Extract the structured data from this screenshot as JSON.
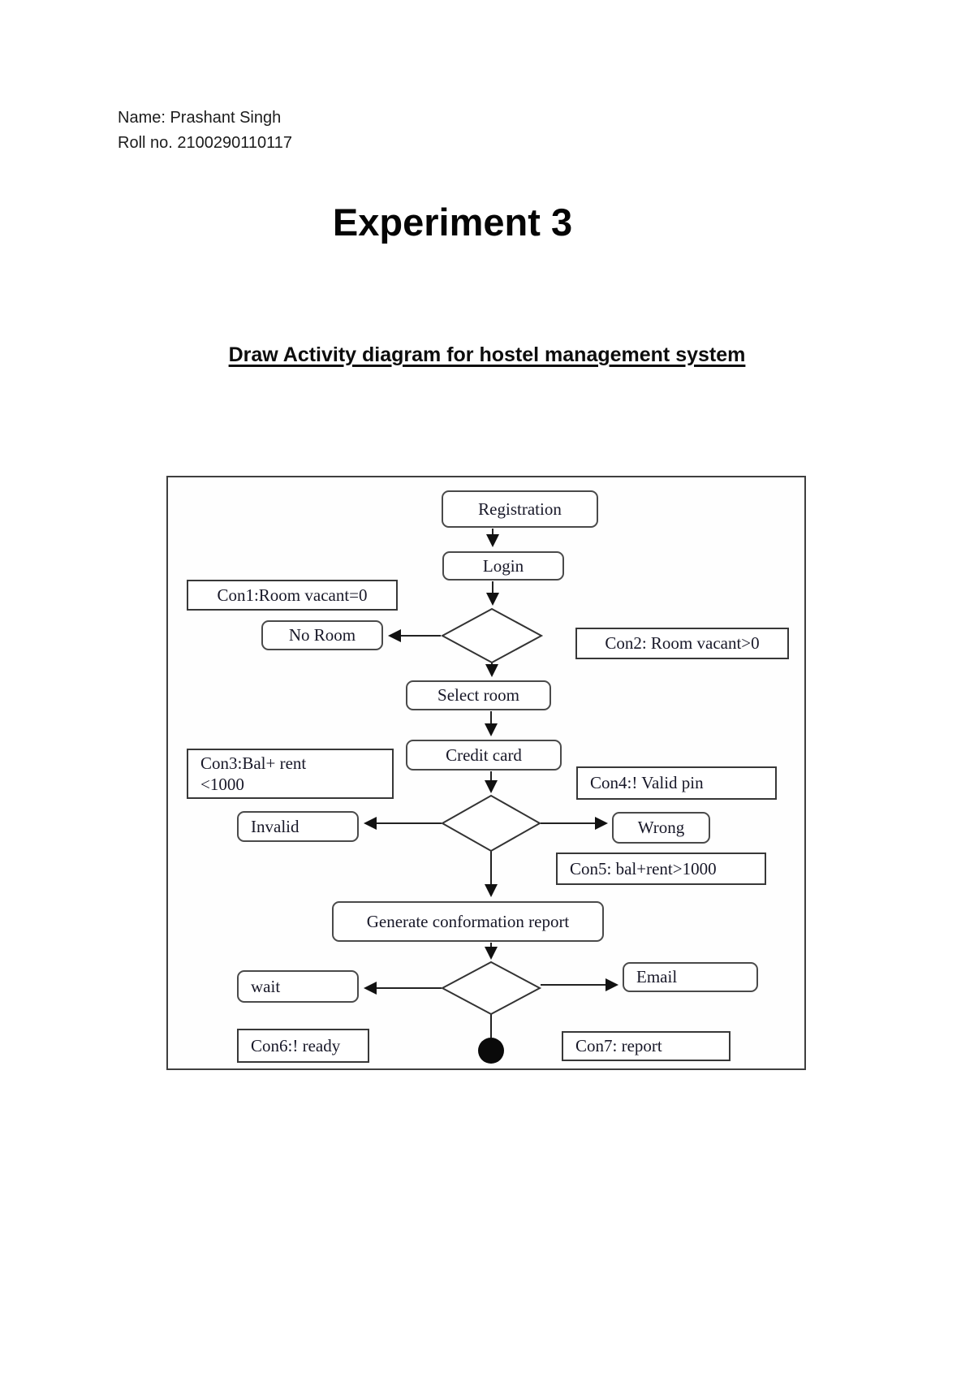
{
  "document": {
    "name_line": "Name: Prashant Singh",
    "roll_line": "Roll no. 2100290110117",
    "title": "Experiment 3",
    "subtitle": "Draw Activity diagram for hostel management system"
  },
  "diagram": {
    "type": "uml-activity",
    "nodes": {
      "registration": "Registration",
      "login": "Login",
      "no_room": "No Room",
      "select_room": "Select room",
      "credit_card": "Credit card",
      "invalid": "Invalid",
      "wrong": "Wrong",
      "generate_report": "Generate conformation report",
      "wait": "wait",
      "email": "Email"
    },
    "conditions": {
      "con1": "Con1:Room vacant=0",
      "con2": "Con2: Room vacant>0",
      "con3_line1": "Con3:Bal+ rent",
      "con3_line2": "<1000",
      "con4": "Con4:! Valid pin",
      "con5": "Con5: bal+rent>1000",
      "con6": "Con6:! ready",
      "con7": "Con7: report"
    },
    "icons": {
      "decision": "diamond-outline",
      "final_node": "filled-circle",
      "arrowhead": "solid-triangle"
    },
    "colors": {
      "line": "#222222",
      "box_border": "#4a4a4a",
      "condition_border": "#383838",
      "text": "#181828",
      "frame_border": "#3f3f3f"
    }
  }
}
